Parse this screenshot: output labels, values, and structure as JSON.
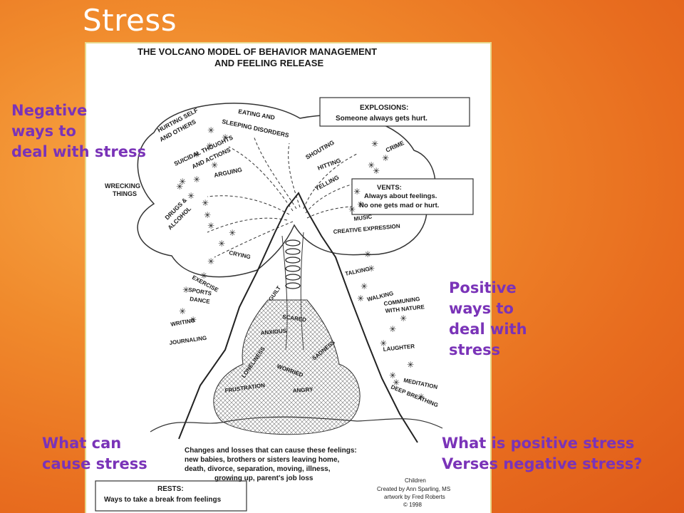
{
  "slide": {
    "title": "Stress"
  },
  "callouts": {
    "negative": [
      "Negative",
      "ways to",
      "deal with stress"
    ],
    "positive": [
      "Positive",
      "ways to",
      "deal with",
      "stress"
    ],
    "causes": [
      "What can",
      "cause stress"
    ],
    "compare": [
      "What is positive stress",
      "Verses negative stress?"
    ]
  },
  "figure": {
    "title_line1": "THE VOLCANO MODEL OF BEHAVIOR MANAGEMENT",
    "title_line2": "AND FEELING RELEASE",
    "explosions_heading": "EXPLOSIONS:",
    "explosions_text": "Someone always gets hurt.",
    "vents_heading": "VENTS:",
    "vents_line1": "Always about feelings.",
    "vents_line2": "No one gets mad or hurt.",
    "negative_labels": {
      "hurting": "HURTING SELF",
      "others": "AND OTHERS",
      "eating": "EATING AND",
      "sleeping": "SLEEPING DISORDERS",
      "suicidal": "SUICIDAL THOUGHTS",
      "actions": "AND ACTIONS",
      "arguing": "ARGUING",
      "shouting": "SHOUTING",
      "hitting": "HITTING",
      "yelling": "YELLING",
      "crime": "CRIME",
      "wrecking": "WRECKING",
      "things": "THINGS",
      "drugs": "DRUGS &",
      "alcohol": "ALCOHOL"
    },
    "positive_labels": {
      "music": "MUSIC",
      "creative": "CREATIVE EXPRESSION",
      "crying": "CRYING",
      "exercise": "EXERCISE",
      "sports": "SPORTS",
      "dance": "DANCE",
      "talking": "TALKING",
      "walking": "WALKING",
      "communing": "COMMUNING",
      "with_nature": "WITH NATURE",
      "writing": "WRITING",
      "journaling": "JOURNALING",
      "laughter": "LAUGHTER",
      "meditation": "MEDITATION",
      "deep_breathing": "DEEP BREATHING"
    },
    "feelings": {
      "guilt": "GUILT",
      "scared": "SCARED",
      "anxious": "ANXIOUS",
      "sadness": "SADNESS",
      "loneliness": "LONELINESS",
      "worried": "WORRIED",
      "frustration": "FRUSTRATION",
      "angry": "ANGRY"
    },
    "changes_line1": "Changes and losses that can cause these feelings:",
    "changes_line2": "new babies, brothers or sisters leaving home,",
    "changes_line3": "death, divorce, separation, moving, illness,",
    "changes_line4": "growing up, parent's job loss",
    "rests_heading": "RESTS:",
    "rests_text": "Ways to take a break from feelings",
    "credit_line1": "Children",
    "credit_line2": "Created by Ann Sparling, MS",
    "credit_line3": "artwork by Fred Roberts",
    "credit_line4": "© 1998"
  }
}
